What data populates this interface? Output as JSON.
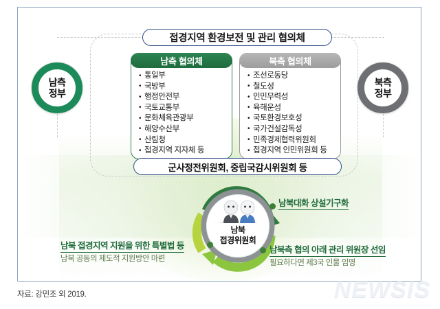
{
  "diagram": {
    "title": "접경지역 환경보전 및 관리 협의체",
    "armistice_label": "군사정전위원회, 중립국감시위원회 등",
    "government_left": {
      "line1": "남측",
      "line2": "정부"
    },
    "government_right": {
      "line1": "북측",
      "line2": "정부"
    },
    "panels": [
      {
        "id": "south",
        "header": "남측 협의체",
        "items": [
          "통일부",
          "국방부",
          "행정안전부",
          "국토교통부",
          "문화체육관광부",
          "해양수산부",
          "산림청",
          "접경지역 지자체 등"
        ]
      },
      {
        "id": "north",
        "header": "북측 협의체",
        "items": [
          "조선로동당",
          "철도성",
          "인민무력성",
          "육해운성",
          "국토환경보호성",
          "국가건설감독성",
          "민족경제협력위원회",
          "접경지역 인민위원회 등"
        ]
      }
    ],
    "center": {
      "line1": "남북",
      "line2": "접경위원회"
    },
    "annotations": [
      {
        "id": "dialogue",
        "title": "남북대화 상설기구화",
        "sub": ""
      },
      {
        "id": "chair",
        "title": "남북측 협의 아래 관리 위원장 선임",
        "sub": "필요하다면 제3국 인물 임명"
      },
      {
        "id": "law",
        "title": "남북 접경지역 지원을 위한 특별법 등",
        "sub": "남북 공동의 제도적 지원방안 마련"
      }
    ],
    "source_note": "자료: 강민조 외 2019.",
    "watermark": "NEWSIS",
    "colors": {
      "green_dark": "#1f6b3c",
      "green_ring": "#1d8a5a",
      "gray_ring": "#6d6f72",
      "navy_border": "#2e4f86",
      "arrow_dark_green": "#2f7a3f",
      "arrow_yellow_green": "#b7d33d",
      "arrow_light_green": "#8cc63f",
      "sub_text": "#5e7a4e"
    }
  }
}
